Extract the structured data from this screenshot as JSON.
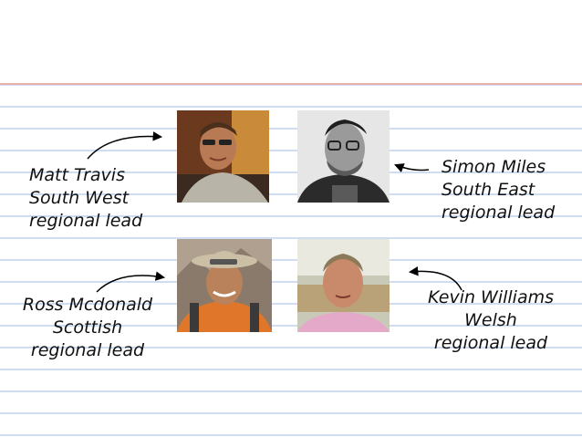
{
  "people": [
    {
      "name": "Matt Travis",
      "region": "South West",
      "role": "regional lead"
    },
    {
      "name": "Simon Miles",
      "region": "South East",
      "role": "regional lead"
    },
    {
      "name": "Ross Mcdonald",
      "region": "Scottish",
      "role": "regional lead"
    },
    {
      "name": "Kevin Williams",
      "region": "Welsh",
      "role": "regional lead"
    }
  ],
  "colors": {
    "ruled_line": "#cfdcf1",
    "margin_line": "#eab0b0",
    "text": "#111111"
  }
}
